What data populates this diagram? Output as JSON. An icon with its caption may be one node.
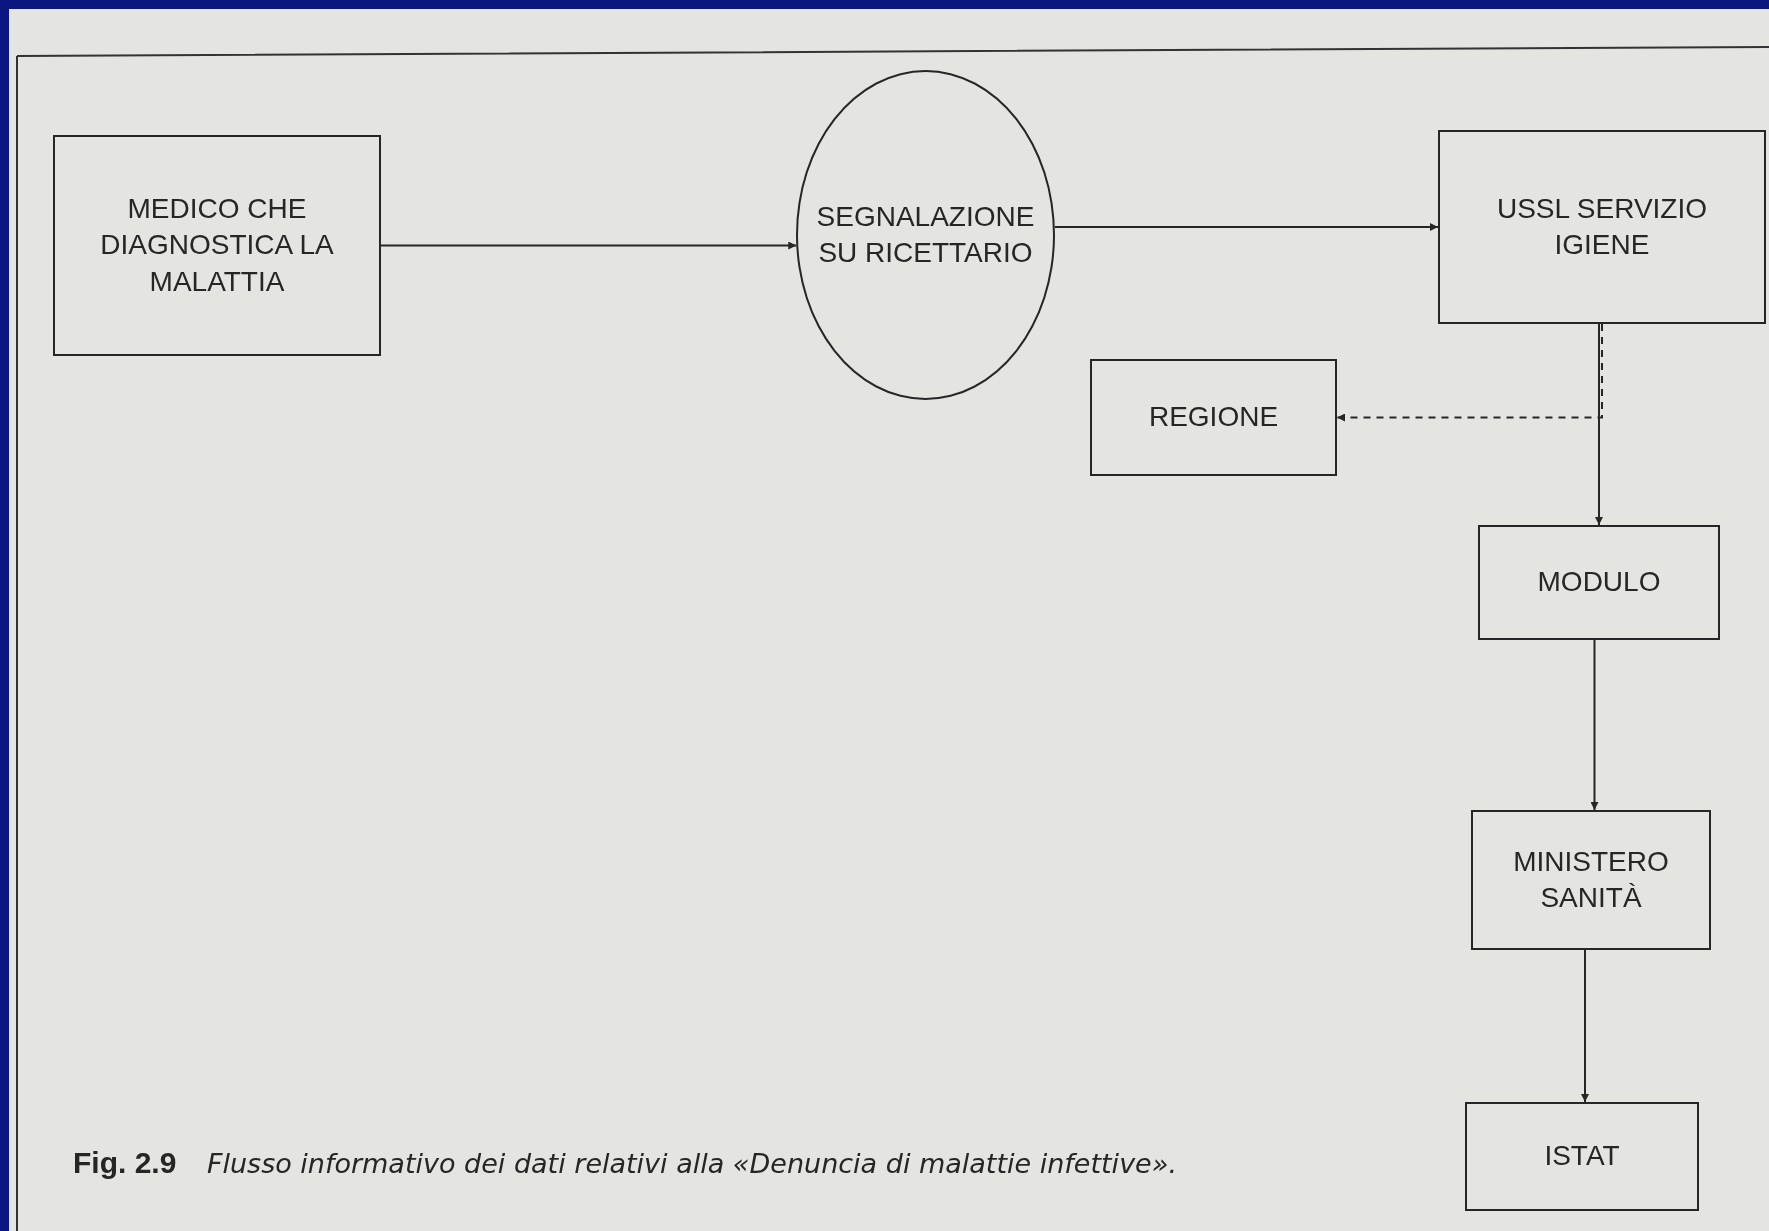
{
  "diagram": {
    "caption": "**Fig. 2.9** *Flusso informativo dei dati relativi alla «Denuncia di malattie infettive».*",
    "nodes": [
      {
        "text": [
          "MEDICO CHE DIAGNOSTICA LA MALATTIA"
        ]
      },
      {
        "text": [
          "SEGNALAZIONE SU RICETTARIO"
        ]
      },
      {
        "text": [
          "USSL SERVIZIO IGIENE"
        ]
      },
      {
        "text": [
          "REGIONE"
        ]
      },
      {
        "text": [
          "MODULO"
        ]
      },
      {
        "text": [
          "MINISTERO SANITÀ"
        ]
      },
      {
        "text": [
          "ISTAT"
        ]
      }
    ],
    "edges": [
      {
        "from": 0,
        "to": 1,
        "arrow": "to"
      },
      {
        "from": 1,
        "to": 2,
        "arrow": "to"
      },
      {
        "from": 2,
        "to": 3,
        "arrow": "to",
        "style": "dashed"
      },
      {
        "from": 2,
        "to": 4,
        "arrow": "to"
      },
      {
        "from": 4,
        "to": 5,
        "arrow": "to"
      },
      {
        "from": 5,
        "to": 6,
        "arrow": "to"
      }
    ]
  }
}
